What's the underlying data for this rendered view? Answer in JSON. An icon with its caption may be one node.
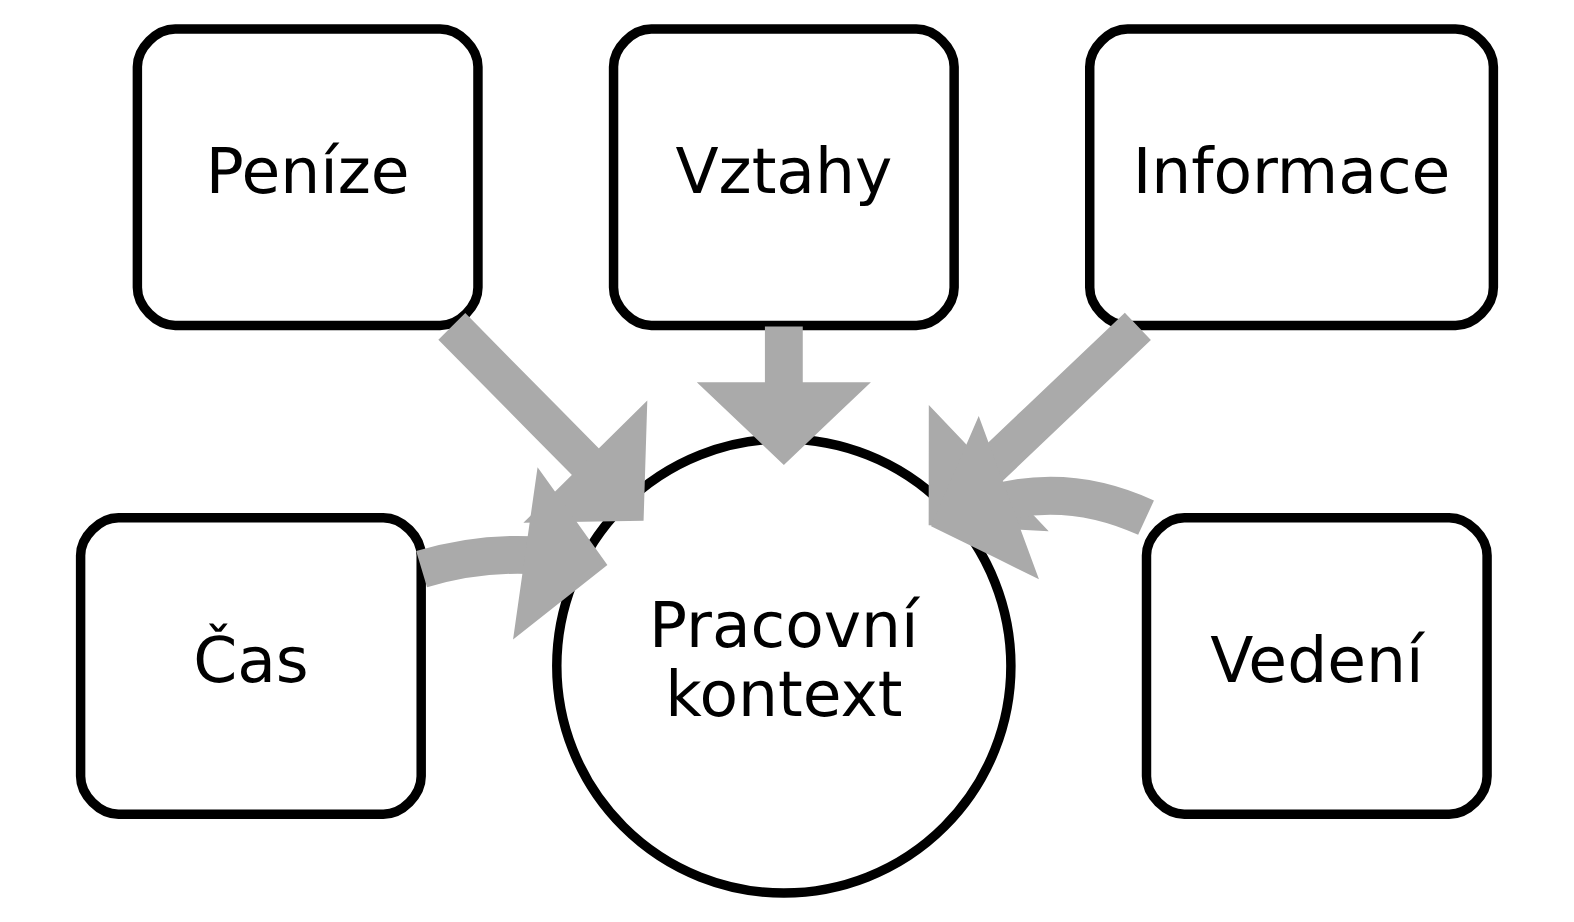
{
  "diagram": {
    "nodes": [
      {
        "text": [
          "Vztahy"
        ]
      },
      {
        "text": [
          "Peníze"
        ]
      },
      {
        "text": [
          "Informace"
        ]
      },
      {
        "text": [
          "Čas"
        ]
      },
      {
        "text": [
          "Pracovní kontext"
        ]
      },
      {
        "text": [
          "Vedení"
        ]
      }
    ],
    "edges": [
      {
        "from": 1,
        "to": 4,
        "arrow": "to"
      },
      {
        "from": 0,
        "to": 4,
        "arrow": "to"
      },
      {
        "from": 2,
        "to": 4,
        "arrow": "to"
      },
      {
        "from": 3,
        "to": 4,
        "arrow": "to"
      },
      {
        "from": 5,
        "to": 4,
        "arrow": "to"
      }
    ]
  }
}
